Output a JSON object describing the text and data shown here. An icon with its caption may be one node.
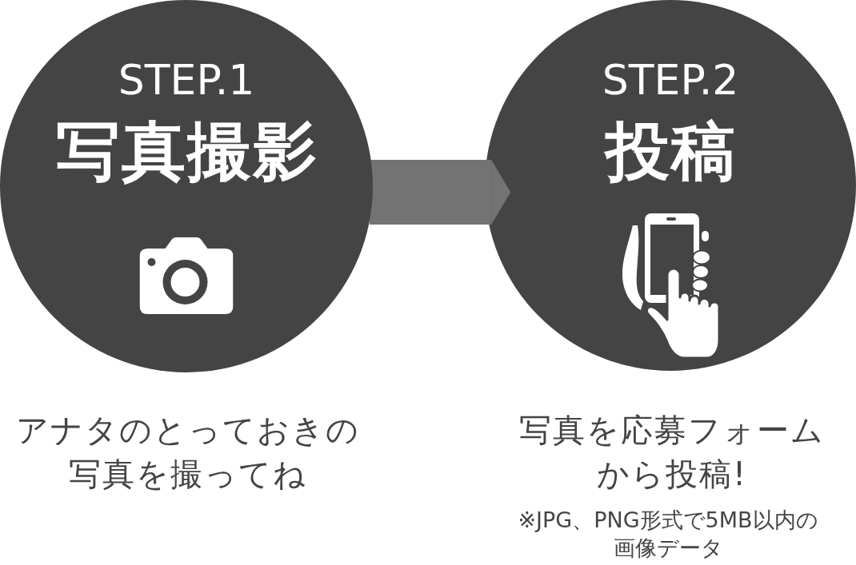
{
  "diagram": {
    "nodes": [
      {
        "text": [
          "STEP.1",
          "写真撮影"
        ],
        "beside": [
          "アナタのとっておきの写真を撮ってね"
        ]
      },
      {
        "text": [
          "STEP.2",
          "投稿"
        ],
        "beside": [
          "写真を応募フォームから投稿!",
          "※JPG、PNG形式で5MB以内の画像データ"
        ]
      }
    ],
    "edges": [
      {
        "from": 0,
        "to": 1,
        "arrow": "to"
      }
    ]
  }
}
